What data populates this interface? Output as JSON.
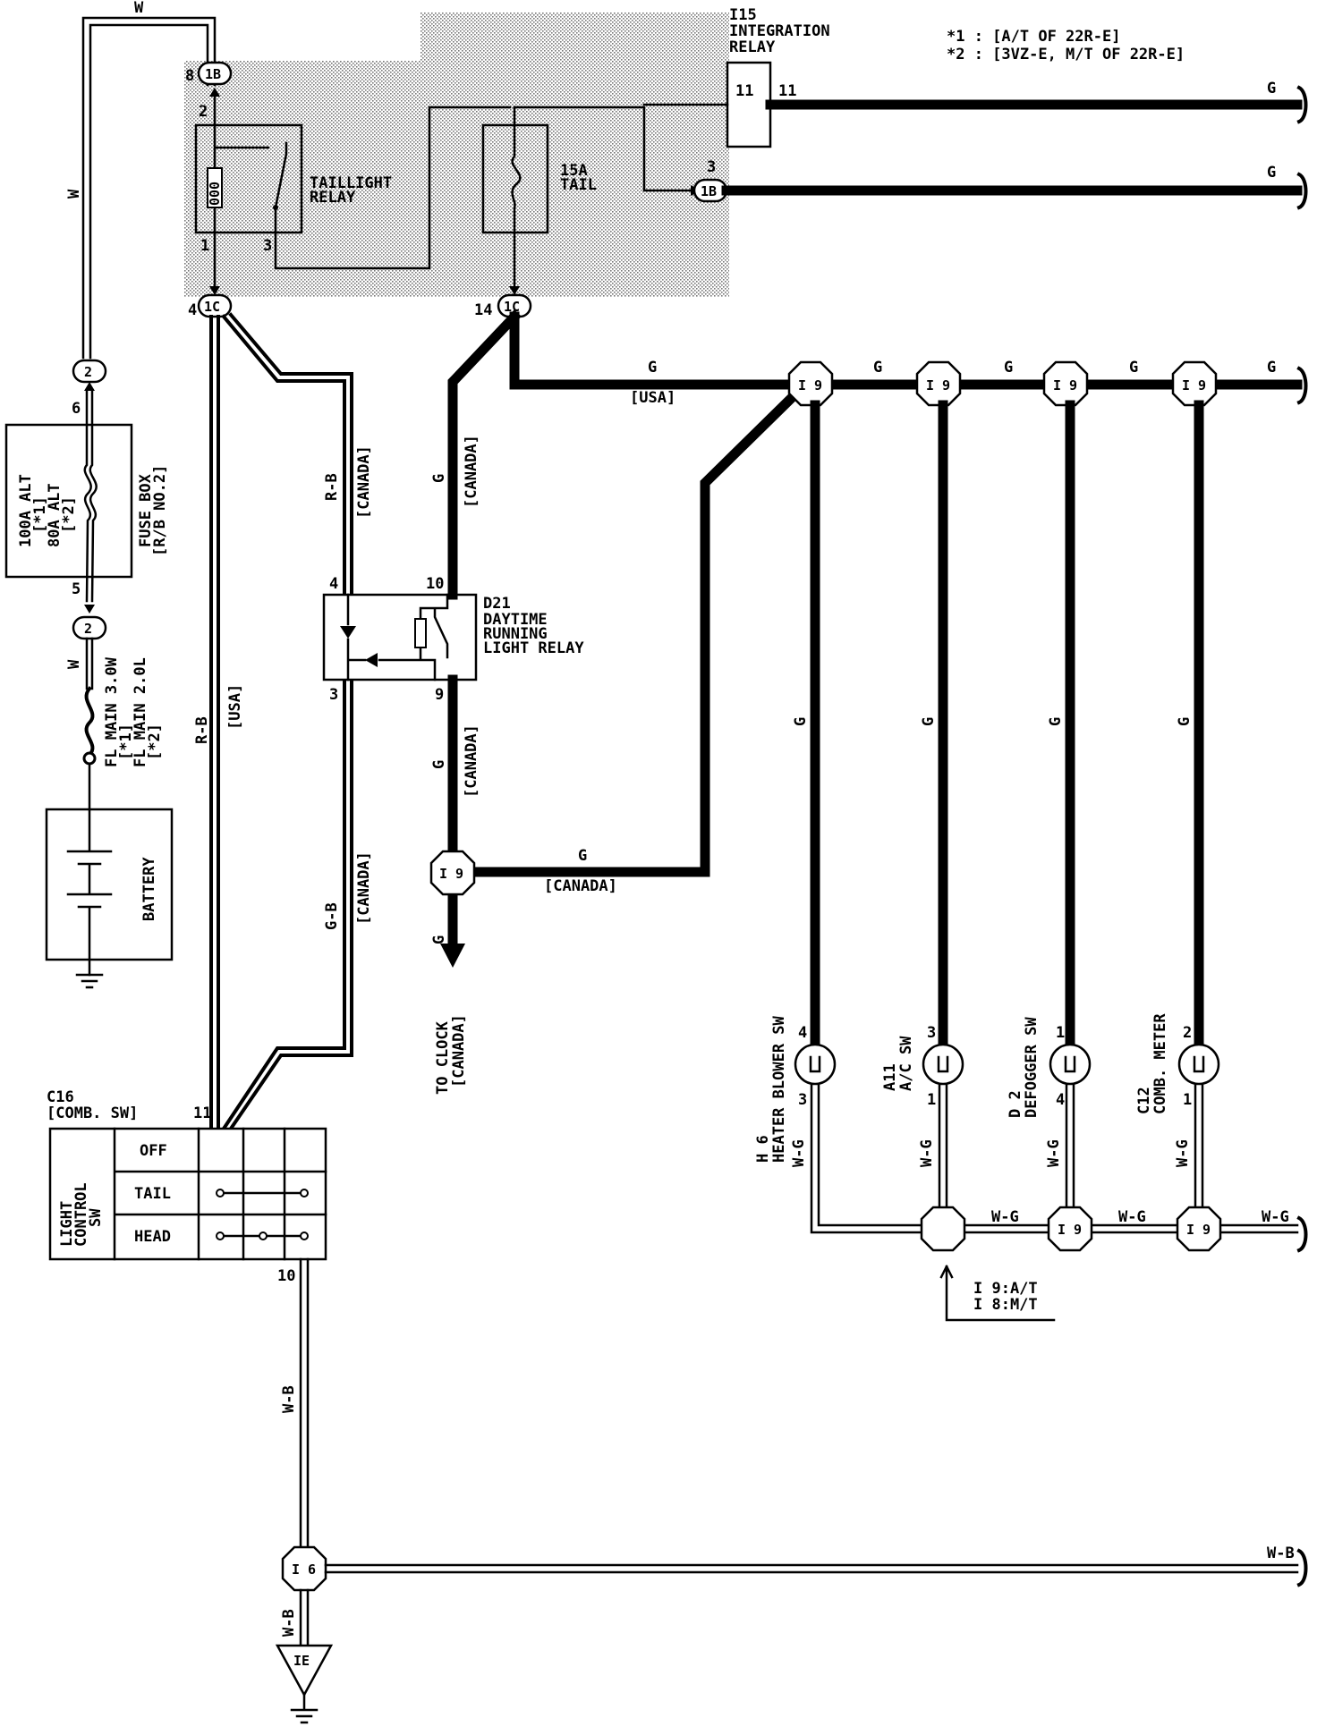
{
  "notes": [
    "*1 : [A/T OF 22R-E]",
    "*2 : [3VZ-E, M/T OF 22R-E]"
  ],
  "components": {
    "integration_relay": {
      "id": "I15",
      "line1": "INTEGRATION",
      "line2": "RELAY",
      "pin_in": "11",
      "pin_out": "11"
    },
    "taillight_relay": {
      "line1": "TAILLIGHT",
      "line2": "RELAY",
      "coil_label": "000",
      "pin2": "2",
      "pin1": "1",
      "pin3": "3"
    },
    "tail_fuse": {
      "rating": "15A",
      "name": "TAIL"
    },
    "fuse_box": {
      "line1": "100A ALT",
      "line2": "[*1]",
      "line3": "80A ALT",
      "line4": "[*2]",
      "name": "FUSE BOX",
      "sub": "[R/B NO.2]",
      "pin_top": "6",
      "pin_bottom": "5"
    },
    "fl_main": {
      "line1": "FL MAIN 3.0W",
      "line2": "[*1]",
      "line3": "FL MAIN 2.0L",
      "line4": "[*2]"
    },
    "battery": {
      "name": "BATTERY"
    },
    "drl_relay": {
      "id": "D21",
      "line1": "DAYTIME",
      "line2": "RUNNING",
      "line3": "LIGHT RELAY",
      "pin4": "4",
      "pin10": "10",
      "pin3": "3",
      "pin9": "9"
    },
    "comb_sw": {
      "id": "C16",
      "sub": "[COMB. SW]",
      "side1": "LIGHT",
      "side2": "CONTROL",
      "side3": "SW",
      "rows": [
        "OFF",
        "TAIL",
        "HEAD"
      ],
      "pin11": "11",
      "pin10": "10"
    },
    "clock": {
      "line1": "TO CLOCK",
      "line2": "[CANADA]"
    },
    "heater": {
      "id": "H 6",
      "line1": "HEATER BLOWER SW",
      "pin_top": "4",
      "pin_bottom": "3"
    },
    "ac_sw": {
      "id": "A11",
      "line1": "A/C SW",
      "pin_top": "3",
      "pin_bottom": "1"
    },
    "defogger": {
      "id": "D 2",
      "line1": "DEFOGGER SW",
      "pin_top": "1",
      "pin_bottom": "4"
    },
    "meter": {
      "id": "C12",
      "line1": "COMB. METER",
      "pin_top": "2",
      "pin_bottom": "1"
    },
    "ground": {
      "id": "IE"
    }
  },
  "connectors": {
    "c1b_top": "1B",
    "c1b_top_pin": "8",
    "c1b_right": "1B",
    "c1b_right_pin": "3",
    "c1c_left": "1C",
    "c1c_left_pin": "4",
    "c1c_right": "1C",
    "c1c_right_pin": "14",
    "c2_top": "2",
    "c2_bottom": "2",
    "i9": "I 9",
    "i6": "I 6",
    "joint_note1": "I 9:A/T",
    "joint_note2": "I 8:M/T"
  },
  "wires": {
    "w": "W",
    "g": "G",
    "rb": "R-B",
    "gb": "G-B",
    "wg": "W-G",
    "wb": "W-B",
    "usa": "[USA]",
    "canada": "[CANADA]"
  }
}
